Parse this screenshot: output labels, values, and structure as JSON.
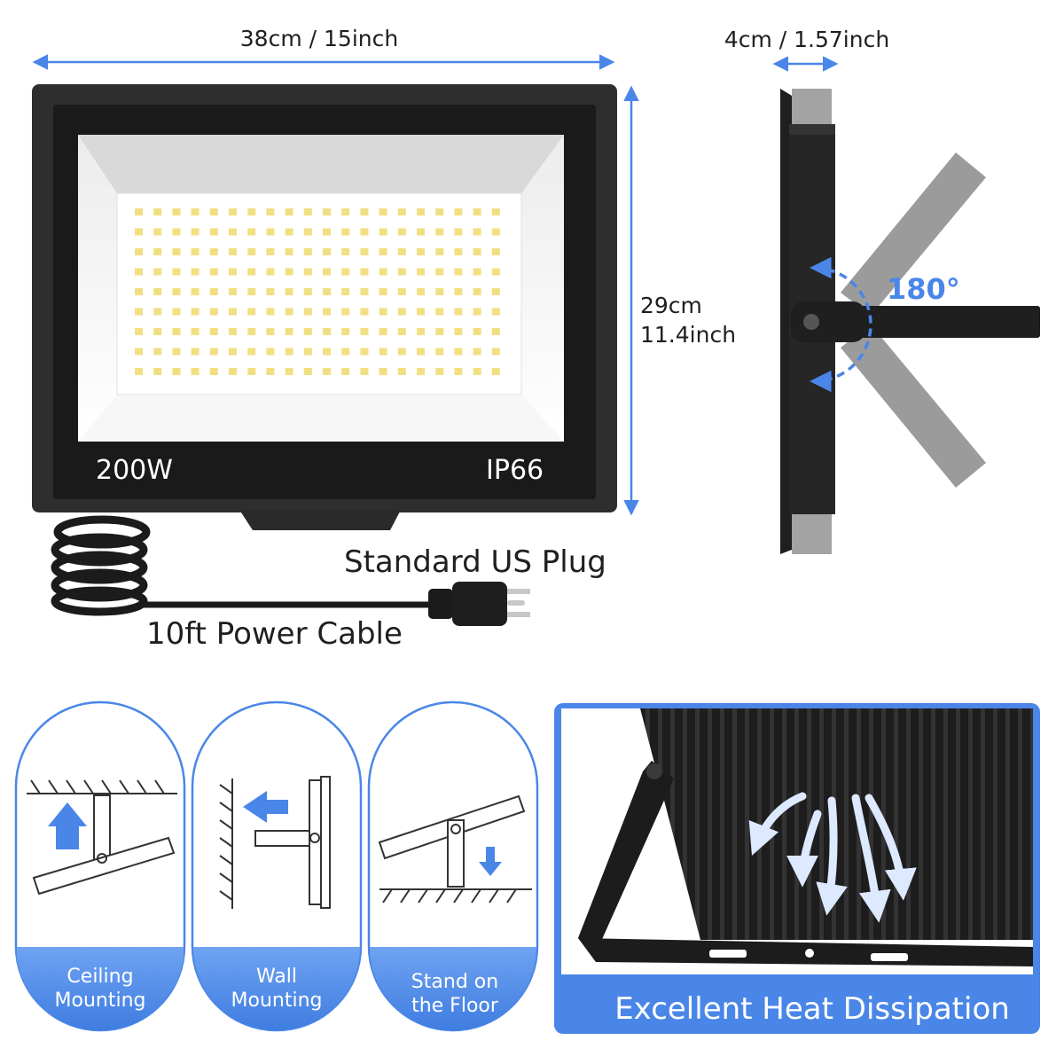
{
  "dimensions": {
    "width": "38cm / 15inch",
    "depth": "4cm / 1.57inch",
    "height_cm": "29cm",
    "height_in": "11.4inch",
    "rotation": "180°"
  },
  "product": {
    "wattage": "200W",
    "ip_rating": "IP66",
    "plug": "Standard US Plug",
    "cable": "10ft Power Cable"
  },
  "mounting": {
    "ceiling_line1": "Ceiling",
    "ceiling_line2": "Mounting",
    "wall_line1": "Wall",
    "wall_line2": "Mounting",
    "floor_line1": "Stand on",
    "floor_line2": "the Floor"
  },
  "heat": {
    "caption": "Excellent Heat Dissipation"
  },
  "colors": {
    "accent_blue": "#4a86e8",
    "housing": "#2b2b2b",
    "led_yellow": "#f2df82"
  }
}
